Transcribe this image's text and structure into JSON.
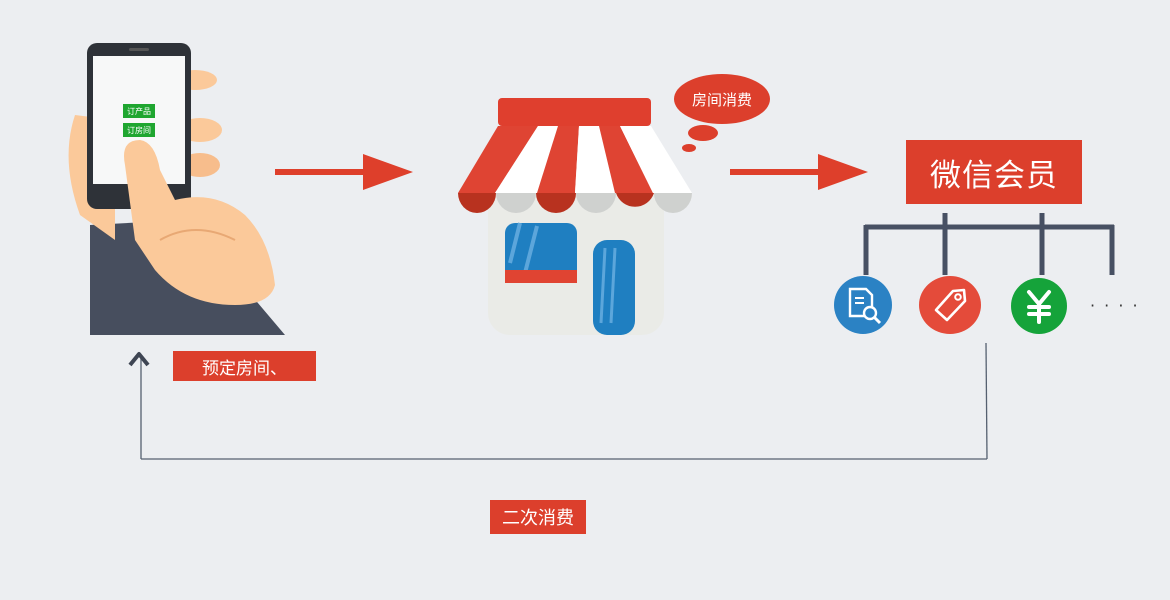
{
  "phone": {
    "button_1": "订产品",
    "button_2": "订房间"
  },
  "labels": {
    "reserve": "预定房间、",
    "repeat": "二次消费",
    "membership": "微信会员",
    "speech_bubble": "房间消费",
    "ellipsis": "· · · ·"
  },
  "member_icons": [
    {
      "name": "document-search-icon",
      "color": "#2b82c4"
    },
    {
      "name": "tag-icon",
      "color": "#e44b3a"
    },
    {
      "name": "yen-icon",
      "color": "#15a33a"
    }
  ],
  "colors": {
    "accent_red": "#dc3f2c",
    "arrow_red": "#de3f2b",
    "connector": "#475063",
    "background": "#eceef1"
  }
}
